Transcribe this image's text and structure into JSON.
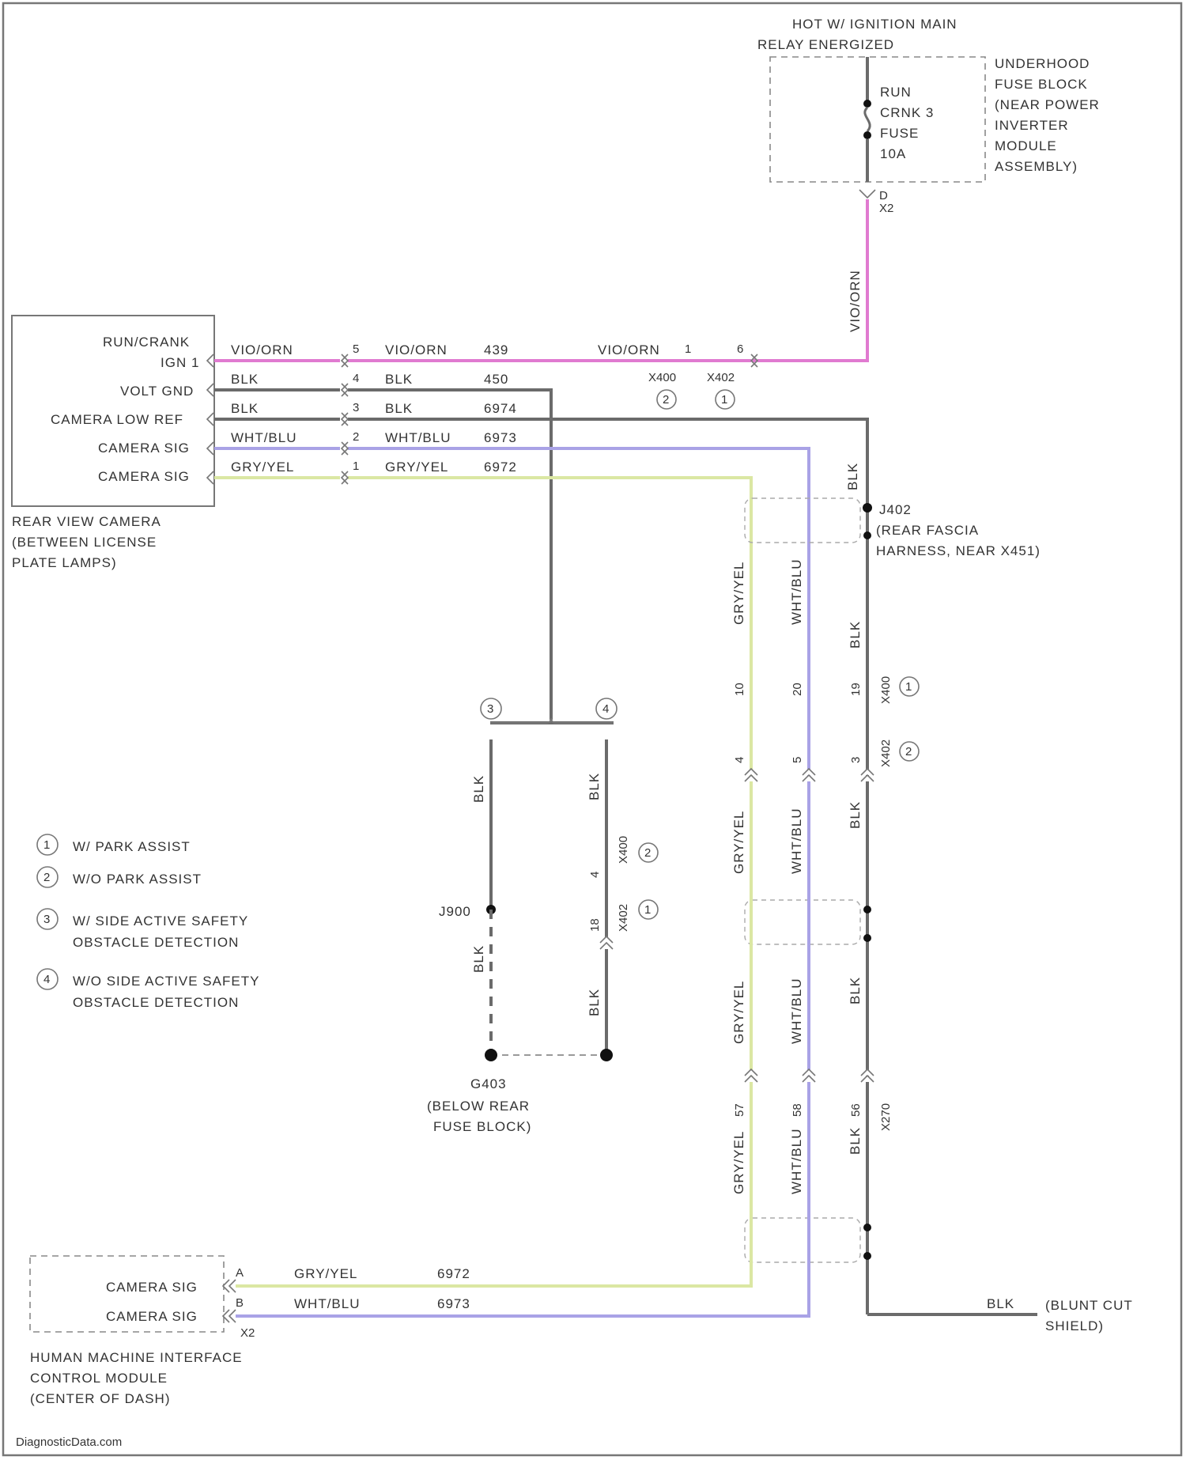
{
  "fuse_block": {
    "supply": [
      "HOT W/ IGNITION MAIN",
      "RELAY ENERGIZED"
    ],
    "fuse": [
      "RUN",
      "CRNK 3",
      "FUSE",
      "10A"
    ],
    "location": [
      "UNDERHOOD",
      "FUSE BLOCK",
      "(NEAR POWER",
      "INVERTER",
      "MODULE",
      "ASSEMBLY)"
    ],
    "pin": "D",
    "connector": "X2",
    "drop_wire": "VIO/ORN"
  },
  "camera": {
    "pins": [
      {
        "name": "RUN/CRANK IGN 1",
        "wire_a": "VIO/ORN",
        "pin_a": "5",
        "wire_b": "VIO/ORN",
        "circuit": "439"
      },
      {
        "name": "VOLT GND",
        "wire_a": "BLK",
        "pin_a": "4",
        "wire_b": "BLK",
        "circuit": "450"
      },
      {
        "name": "CAMERA LOW REF",
        "wire_a": "BLK",
        "pin_a": "3",
        "wire_b": "BLK",
        "circuit": "6974"
      },
      {
        "name": "CAMERA SIG",
        "wire_a": "WHT/BLU",
        "pin_a": "2",
        "wire_b": "WHT/BLU",
        "circuit": "6973"
      },
      {
        "name": "CAMERA SIG",
        "wire_a": "GRY/YEL",
        "pin_a": "1",
        "wire_b": "GRY/YEL",
        "circuit": "6972"
      }
    ],
    "run_label1": "RUN/CRANK",
    "run_label2": "IGN 1",
    "location": [
      "REAR VIEW CAMERA",
      "(BETWEEN LICENSE",
      "PLATE LAMPS)"
    ],
    "ign_tail_wire": "VIO/ORN",
    "ign_tail_pin1": "1",
    "ign_tail_pin2": "6",
    "conn_a": "X400",
    "conn_b": "X402",
    "circle_a": "2",
    "circle_b": "1"
  },
  "splice_j402": {
    "name": "J402",
    "desc": [
      "(REAR FASCIA",
      "HARNESS, NEAR X451)"
    ]
  },
  "wires_right": {
    "blk_top": "BLK",
    "gry_a": "GRY/YEL",
    "gry_a_pin": "10",
    "blu_a": "WHT/BLU",
    "blu_a_pin": "20",
    "blk_a": "BLK",
    "blk_a_pin": "19",
    "conn_x400": "X400",
    "conn_x400_circle": "1",
    "conn_x402": "X402",
    "conn_x402_circle": "2",
    "pin_gry_b": "4",
    "pin_blu_b": "5",
    "pin_blk_b": "3",
    "gry_b": "GRY/YEL",
    "blu_b": "WHT/BLU",
    "blk_b": "BLK",
    "gry_c": "GRY/YEL",
    "blu_c": "WHT/BLU",
    "blk_c": "BLK",
    "gry_d": "GRY/YEL",
    "gry_d_pin": "57",
    "blu_d": "WHT/BLU",
    "blu_d_pin": "58",
    "blk_d": "BLK",
    "blk_d_pin": "56",
    "conn_x270": "X270"
  },
  "ground": {
    "circle_left": "3",
    "circle_right": "4",
    "wire_left": "BLK",
    "wire_right": "BLK",
    "splice": "J900",
    "pin_a": "4",
    "pin_b": "18",
    "conn_a": "X400",
    "conn_a_circle": "2",
    "conn_b": "X402",
    "conn_b_circle": "1",
    "wire_left_b": "BLK",
    "wire_right_b": "BLK",
    "point": "G403",
    "location": [
      "(BELOW REAR",
      "FUSE BLOCK)"
    ]
  },
  "legend": [
    {
      "num": "1",
      "lines": [
        "W/ PARK ASSIST"
      ]
    },
    {
      "num": "2",
      "lines": [
        "W/O PARK ASSIST"
      ]
    },
    {
      "num": "3",
      "lines": [
        "W/ SIDE ACTIVE SAFETY",
        "OBSTACLE DETECTION"
      ]
    },
    {
      "num": "4",
      "lines": [
        "W/O SIDE ACTIVE SAFETY",
        "OBSTACLE DETECTION"
      ]
    }
  ],
  "hmi": {
    "pins": [
      {
        "name": "CAMERA SIG",
        "pin": "A",
        "wire": "GRY/YEL",
        "circuit": "6972"
      },
      {
        "name": "CAMERA SIG",
        "pin": "B",
        "wire": "WHT/BLU",
        "circuit": "6973"
      }
    ],
    "connector": "X2",
    "location": [
      "HUMAN MACHINE INTERFACE",
      "CONTROL MODULE",
      "(CENTER OF DASH)"
    ]
  },
  "shield": {
    "wire": "BLK",
    "desc": [
      "(BLUNT CUT",
      "SHIELD)"
    ]
  },
  "footer": "DiagnosticData.com"
}
